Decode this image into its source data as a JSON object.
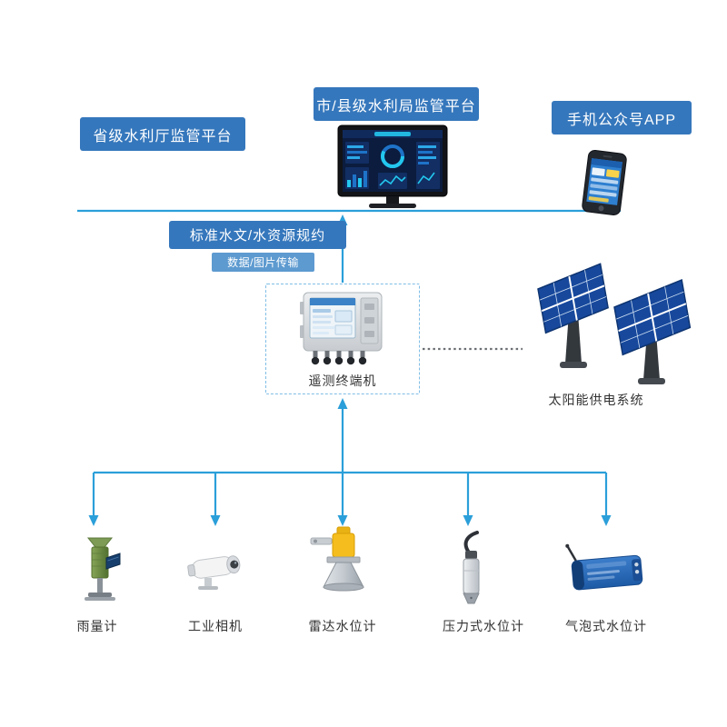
{
  "platforms": {
    "provincial": "省级水利厅监管平台",
    "city_county": "市/县级水利局监管平台",
    "mobile_app": "手机公众号APP"
  },
  "links": {
    "protocol": "标准水文/水资源规约",
    "transmission": "数据/图片传输"
  },
  "rtu": {
    "label": "遥测终端机"
  },
  "solar": {
    "label": "太阳能供电系统"
  },
  "devices": [
    {
      "id": "rain-gauge",
      "label": "雨量计"
    },
    {
      "id": "industrial-camera",
      "label": "工业相机"
    },
    {
      "id": "radar-level-gauge",
      "label": "雷达水位计"
    },
    {
      "id": "pressure-level-gauge",
      "label": "压力式水位计"
    },
    {
      "id": "bubble-level-gauge",
      "label": "气泡式水位计"
    }
  ],
  "colors": {
    "box_blue": "#3577BC",
    "box_blue_light": "#5D9AD0",
    "connector_blue": "#2B9FD9",
    "solar_panel_blue": "#17489C",
    "device_yellow": "#F5BD1D",
    "device_green": "#6E8F3E",
    "device_blue": "#2A66B5"
  }
}
